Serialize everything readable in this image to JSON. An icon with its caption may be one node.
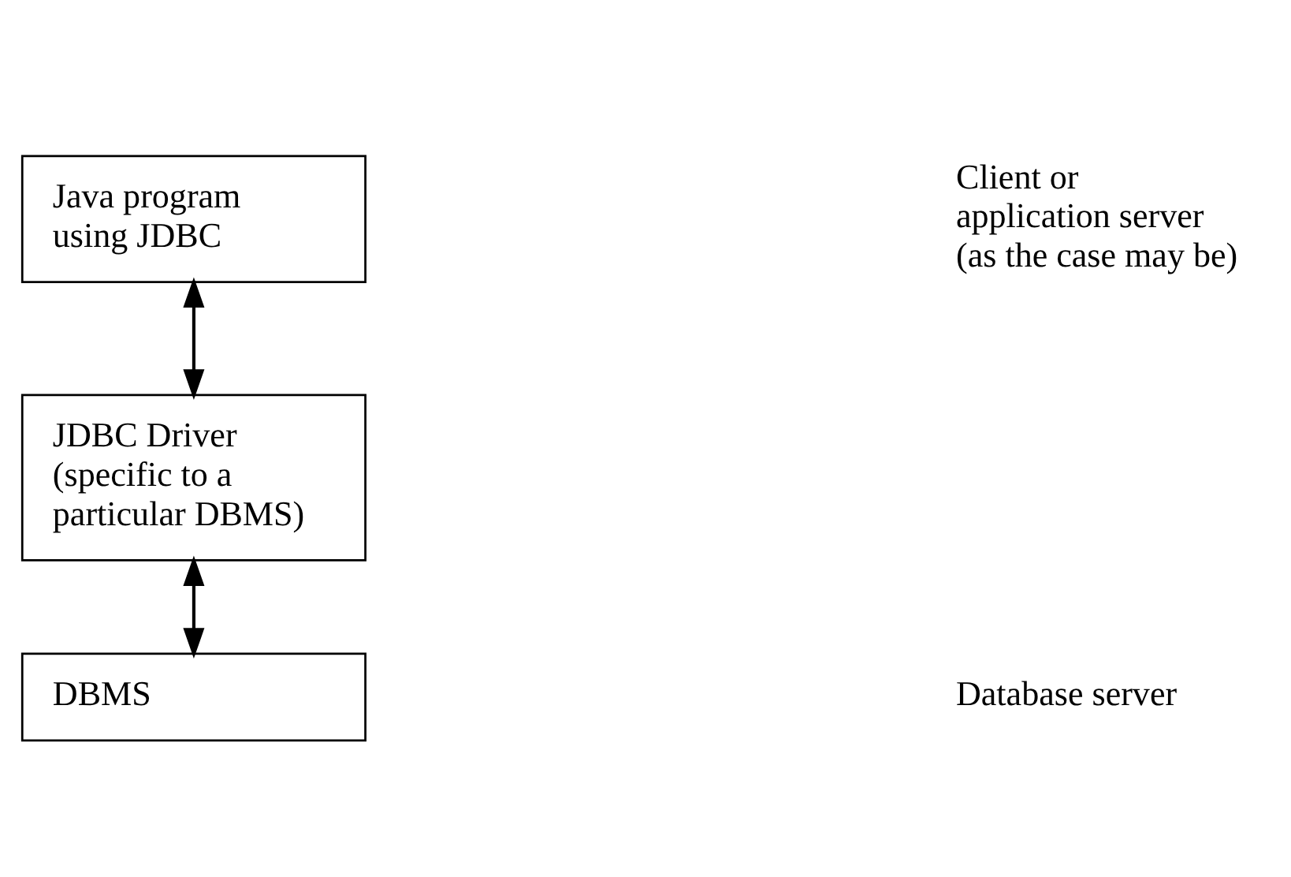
{
  "diagram": {
    "nodes": [
      {
        "text": [
          "Java program using JDBC"
        ]
      },
      {
        "text": [
          "JDBC Driver (specific to a particular DBMS)"
        ]
      },
      {
        "text": [
          "DBMS"
        ]
      }
    ],
    "edges": [
      {
        "from": 0,
        "to": 1,
        "arrow": "both"
      },
      {
        "from": 1,
        "to": 2,
        "arrow": "both"
      }
    ],
    "labels": [
      "Client or application server (as the case may be)",
      "Database server"
    ]
  }
}
